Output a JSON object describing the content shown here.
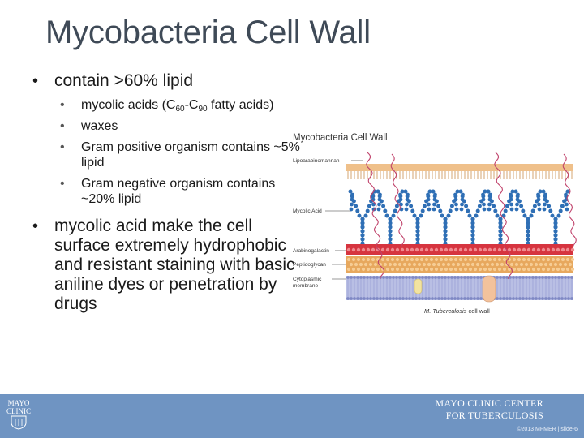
{
  "slide": {
    "title": "Mycobacteria Cell Wall",
    "bullets": [
      {
        "text": "contain >60% lipid",
        "sub": [
          {
            "prefix": "mycolic acids (C",
            "s1": "60",
            "mid": "-C",
            "s2": "90",
            "suffix": " fatty acids)"
          },
          {
            "text": "waxes"
          },
          {
            "text": "Gram positive organism contains ~5% lipid"
          },
          {
            "text": "Gram negative organism contains ~20% lipid"
          }
        ]
      },
      {
        "text": "mycolic acid make the cell surface extremely hydrophobic and resistant staining with basic aniline dyes or penetration by drugs"
      }
    ],
    "bullet_glyph": "•"
  },
  "figure": {
    "title": "Mycobacteria Cell Wall",
    "labels": {
      "lipoarabinomannan": "Lipoarabinomannan",
      "mycolic_acid": "Mycolic Acid",
      "arabinogalactin": "Arabinogalactin",
      "peptidoglycan": "Peptidoglycan",
      "cytoplasmic": "Cytoplasmic",
      "membrane": "membrane"
    },
    "caption_italic": "M. Tuberculosis",
    "caption_rest": " cell wall",
    "colors": {
      "blue_beads": "#2f6fb5",
      "red_layer": "#d6343f",
      "tan_layer": "#e7a85e",
      "membrane": "#7f88c4",
      "lam": "#c0426b"
    }
  },
  "footer": {
    "logo_line1": "MAYO",
    "logo_line2": "CLINIC",
    "center_line1": "MAYO CLINIC CENTER",
    "center_line2": "FOR TUBERCULOSIS",
    "meta": "©2013 MFMER | slide-6",
    "bg_color": "#6f94c2"
  }
}
